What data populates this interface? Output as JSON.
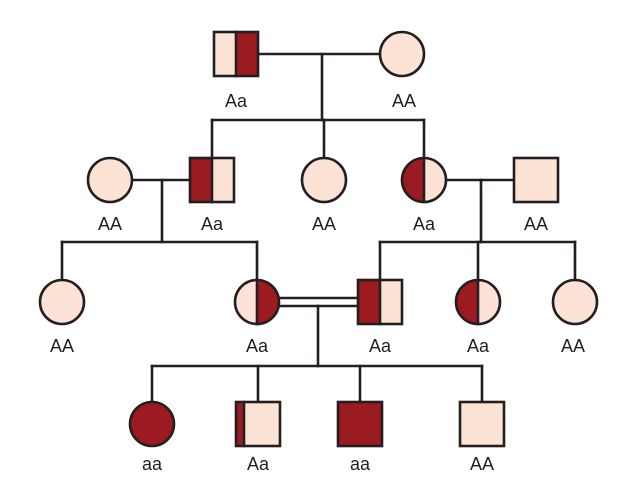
{
  "colors": {
    "unaffected": "#fde3d6",
    "affected": "#9b1b21",
    "line": "#231f20"
  },
  "generations": [
    {
      "generation": "I",
      "individuals": [
        {
          "id": "I-1",
          "sex": "male",
          "status": "carrier",
          "genotype": "Aa"
        },
        {
          "id": "I-2",
          "sex": "female",
          "status": "unaffected",
          "genotype": "AA"
        }
      ]
    },
    {
      "generation": "II",
      "individuals": [
        {
          "id": "II-1",
          "sex": "female",
          "status": "unaffected",
          "genotype": "AA"
        },
        {
          "id": "II-2",
          "sex": "male",
          "status": "carrier",
          "genotype": "Aa"
        },
        {
          "id": "II-3",
          "sex": "female",
          "status": "unaffected",
          "genotype": "AA"
        },
        {
          "id": "II-4",
          "sex": "female",
          "status": "carrier",
          "genotype": "Aa"
        },
        {
          "id": "II-5",
          "sex": "male",
          "status": "unaffected",
          "genotype": "AA"
        }
      ]
    },
    {
      "generation": "III",
      "individuals": [
        {
          "id": "III-1",
          "sex": "female",
          "status": "unaffected",
          "genotype": "AA"
        },
        {
          "id": "III-2",
          "sex": "female",
          "status": "carrier",
          "genotype": "Aa"
        },
        {
          "id": "III-3",
          "sex": "male",
          "status": "carrier",
          "genotype": "Aa"
        },
        {
          "id": "III-4",
          "sex": "female",
          "status": "carrier",
          "genotype": "Aa"
        },
        {
          "id": "III-5",
          "sex": "female",
          "status": "unaffected",
          "genotype": "AA"
        }
      ]
    },
    {
      "generation": "IV",
      "individuals": [
        {
          "id": "IV-1",
          "sex": "female",
          "status": "affected",
          "genotype": "aa"
        },
        {
          "id": "IV-2",
          "sex": "male",
          "status": "carrier",
          "genotype": "Aa"
        },
        {
          "id": "IV-3",
          "sex": "male",
          "status": "affected",
          "genotype": "aa"
        },
        {
          "id": "IV-4",
          "sex": "male",
          "status": "unaffected",
          "genotype": "AA"
        }
      ]
    }
  ],
  "relationships": [
    {
      "type": "mating",
      "partners": [
        "I-1",
        "I-2"
      ],
      "children": [
        "II-2",
        "II-3",
        "II-4"
      ]
    },
    {
      "type": "mating",
      "partners": [
        "II-1",
        "II-2"
      ],
      "children": [
        "III-1",
        "III-2"
      ]
    },
    {
      "type": "mating",
      "partners": [
        "II-4",
        "II-5"
      ],
      "children": [
        "III-3",
        "III-4",
        "III-5"
      ]
    },
    {
      "type": "consanguineous",
      "partners": [
        "III-2",
        "III-3"
      ],
      "children": [
        "IV-1",
        "IV-2",
        "IV-3",
        "IV-4"
      ]
    }
  ]
}
